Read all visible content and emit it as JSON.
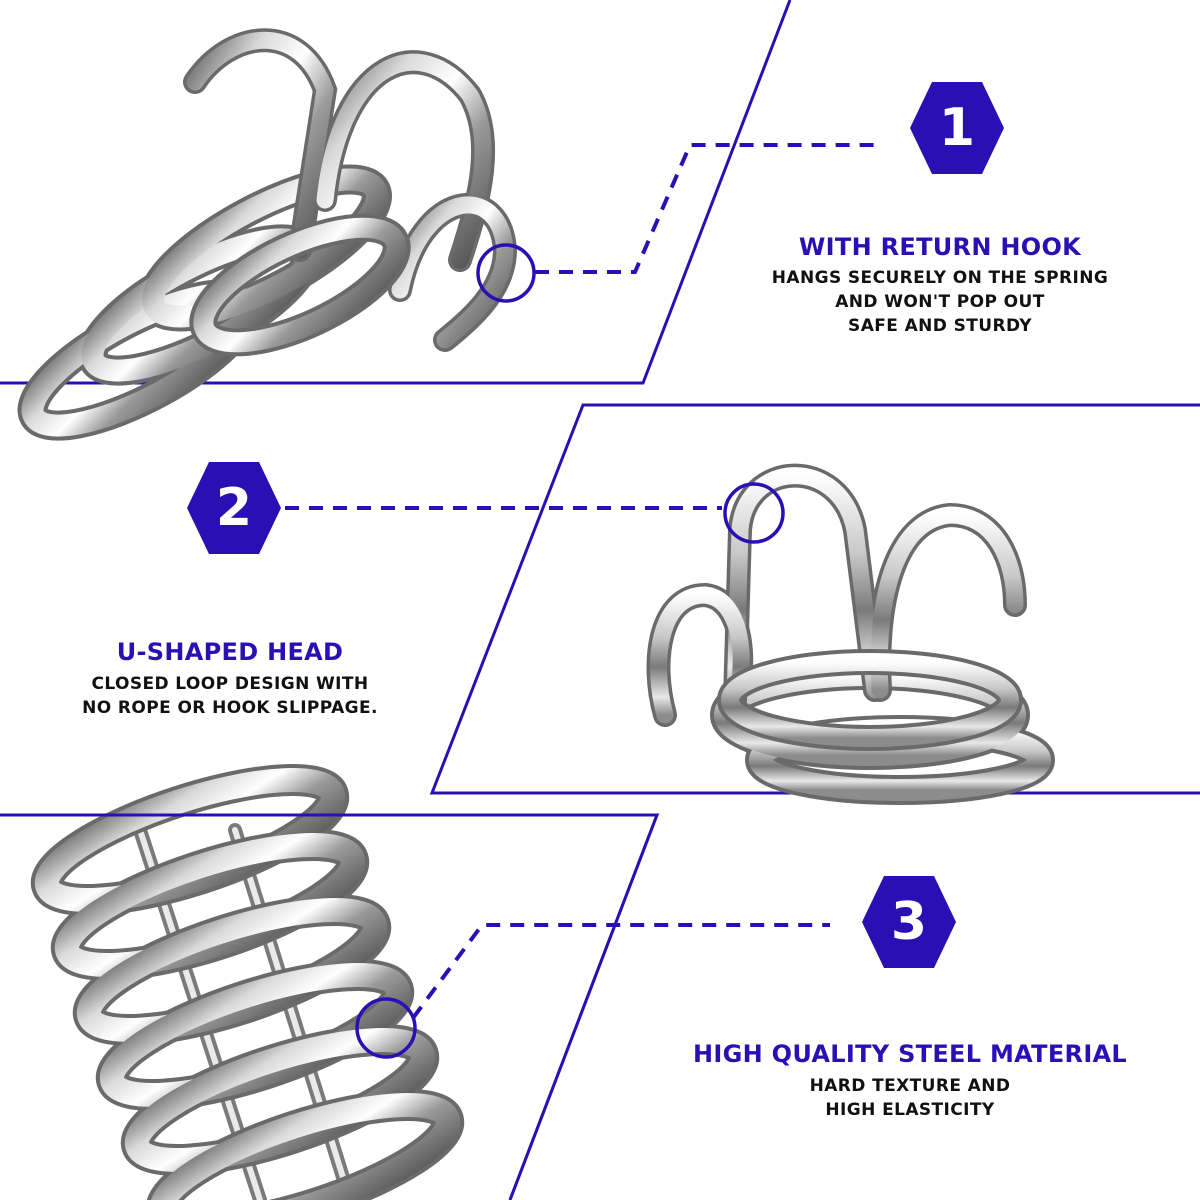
{
  "colors": {
    "accent": "#2a10b4",
    "text_dark": "#111111",
    "metal_dark": "#6f6f6f",
    "metal_light": "#f4f4f4"
  },
  "features": [
    {
      "number": "1",
      "title": "WITH RETURN HOOK",
      "lines": [
        "HANGS SECURELY ON THE SPRING",
        "AND WON'T POP OUT",
        "SAFE AND STURDY"
      ]
    },
    {
      "number": "2",
      "title": "U-SHAPED HEAD",
      "lines": [
        "CLOSED LOOP DESIGN WITH",
        "NO ROPE OR HOOK SLIPPAGE."
      ]
    },
    {
      "number": "3",
      "title": "HIGH QUALITY STEEL MATERIAL",
      "lines": [
        "HARD TEXTURE AND",
        "HIGH ELASTICITY"
      ]
    }
  ],
  "icons": {
    "badge": "hexagon-number-icon",
    "callout": "magnifier-circle-icon",
    "photo": "spring-hook-photo"
  }
}
